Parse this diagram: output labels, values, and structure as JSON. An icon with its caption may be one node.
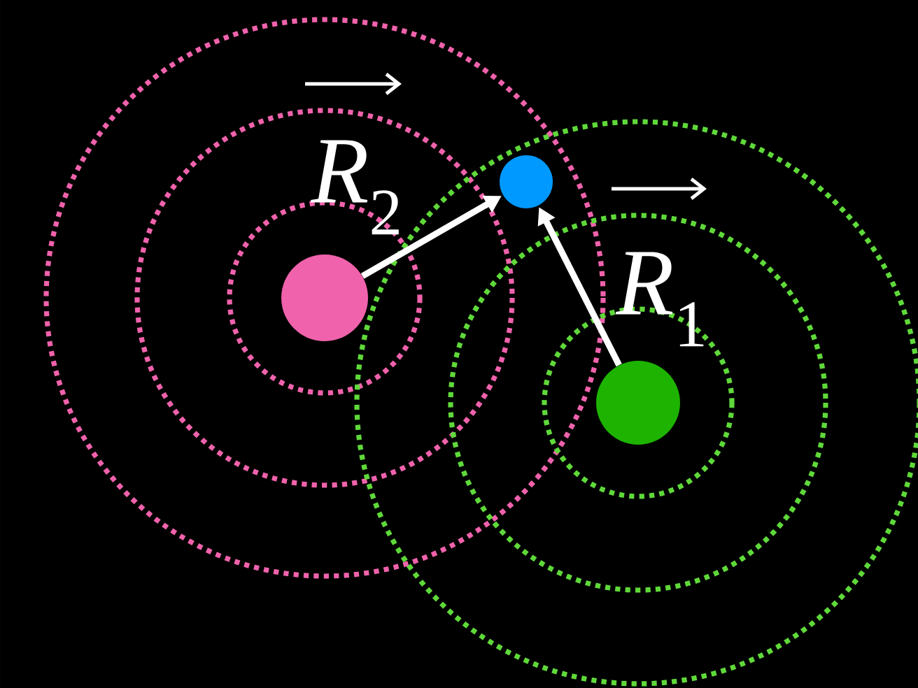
{
  "diagram": {
    "nodes": [
      {
        "text": [],
        "shape": "circle"
      },
      {
        "text": [],
        "shape": "circle"
      },
      {
        "text": [],
        "shape": "circle"
      }
    ],
    "edges": [
      {
        "from": 0,
        "to": 2,
        "arrow": "to"
      },
      {
        "from": 1,
        "to": 2,
        "arrow": "to"
      }
    ],
    "labels": [
      "*R*$_{2}$",
      "*R*$_{1}$"
    ]
  }
}
